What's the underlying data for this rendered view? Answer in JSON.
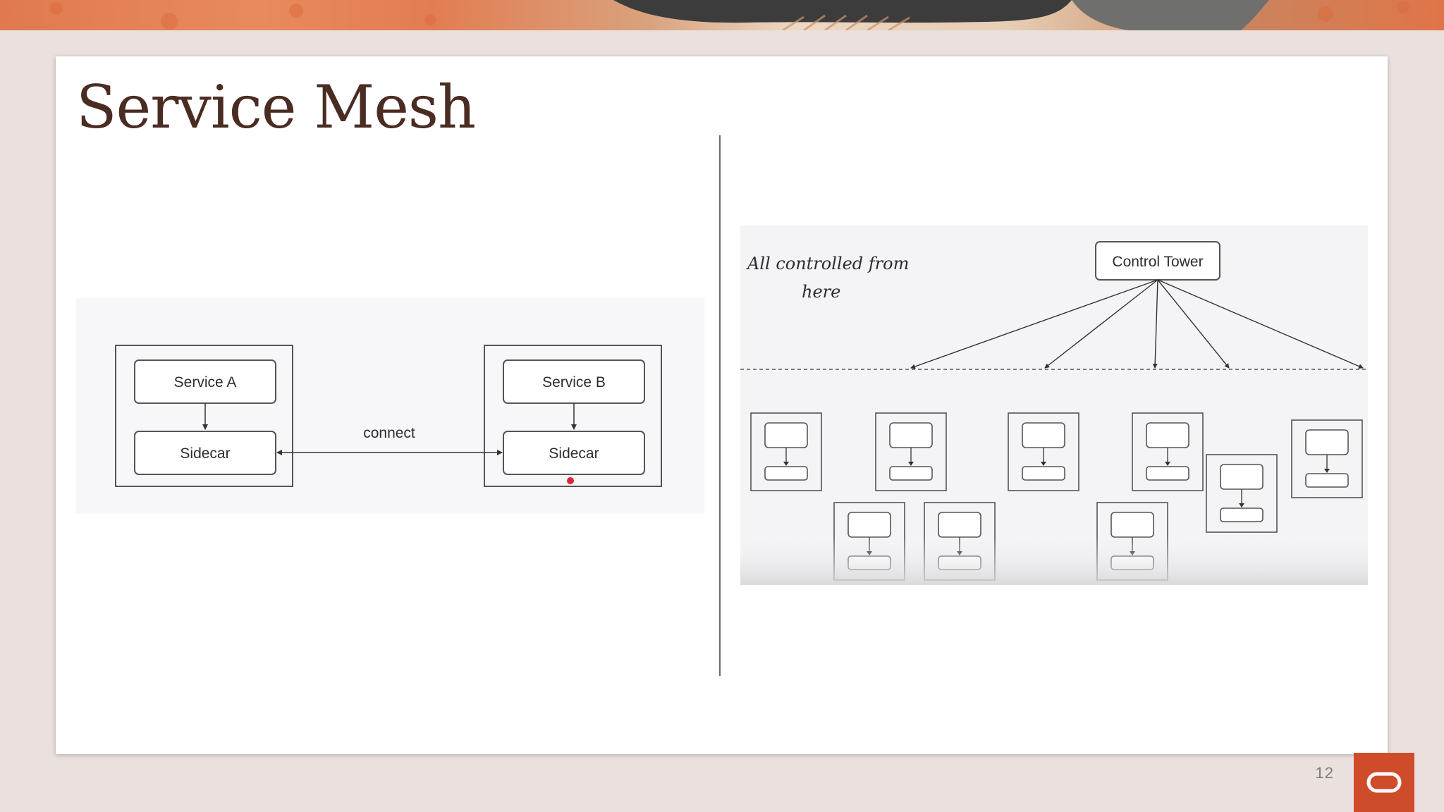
{
  "slide": {
    "title": "Service Mesh",
    "page_number": "12"
  },
  "left_diagram": {
    "service_a": "Service A",
    "sidecar_a": "Sidecar",
    "service_b": "Service B",
    "sidecar_b": "Sidecar",
    "connection_label": "connect"
  },
  "right_diagram": {
    "control_tower": "Control Tower",
    "note_line1": "All controlled from",
    "note_line2": "here"
  },
  "colors": {
    "accent": "#cf4c2b",
    "title": "#4a2c22",
    "laser_pointer": "#e0243c"
  },
  "icons": {
    "brand_logo": "oracle-logo-icon"
  }
}
